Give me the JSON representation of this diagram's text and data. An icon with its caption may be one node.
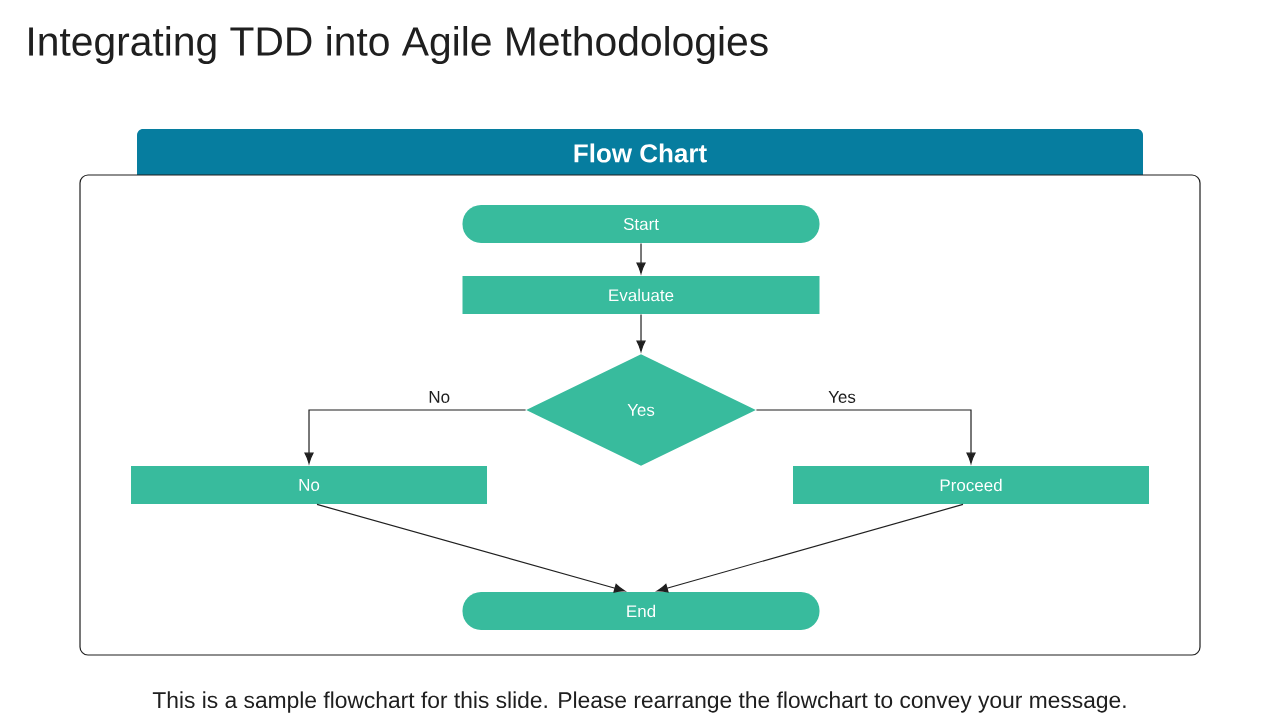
{
  "diagram": {
    "title": "Integrating TDD into Agile Methodologies",
    "caption": "This is a sample flowchart for this slide. Please rearrange the flowchart to convey your message.",
    "nodes": [
      {
        "text": [
          "Flow Chart"
        ]
      },
      {
        "text": [
          "Start"
        ],
        "in": 0
      },
      {
        "text": [
          "Evaluate"
        ],
        "in": 0
      },
      {
        "text": [
          "Yes"
        ],
        "in": 0
      },
      {
        "text": [
          "No"
        ],
        "in": 0
      },
      {
        "text": [
          "Proceed"
        ],
        "in": 0
      },
      {
        "text": [
          "End"
        ],
        "in": 0
      }
    ],
    "edges": [
      {
        "from": 1,
        "to": 2,
        "arrow": "to"
      },
      {
        "from": 2,
        "to": 3,
        "arrow": "to"
      },
      {
        "from": 3,
        "to": 4,
        "arrow": "to",
        "label": "No"
      },
      {
        "from": 3,
        "to": 5,
        "arrow": "to",
        "label": "Yes"
      },
      {
        "from": 4,
        "to": 6,
        "arrow": "to"
      },
      {
        "from": 5,
        "to": 6,
        "arrow": "to"
      }
    ]
  }
}
